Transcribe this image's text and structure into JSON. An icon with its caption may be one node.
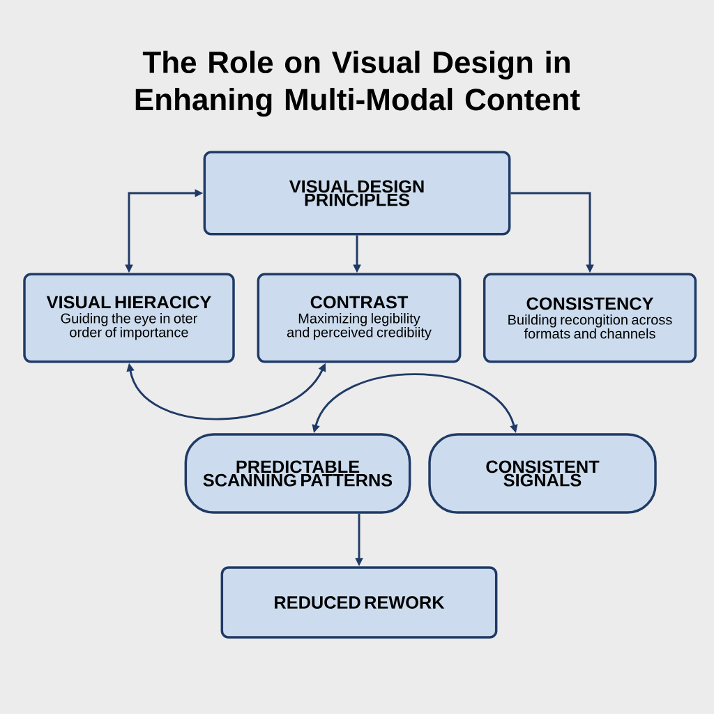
{
  "diagram": {
    "title": "The Role on Visual Design in Enhaning Multi-Modal Content",
    "nodes": [
      {
        "text": [
          "VISUAL DESIGN PRINCIPLES"
        ]
      },
      {
        "text": [
          "VISUAL HIERACICY",
          "Guiding the eye in oter order of importance"
        ]
      },
      {
        "text": [
          "CONTRAST",
          "Maximizing legibility and perceived credibiity"
        ]
      },
      {
        "text": [
          "CONSISTENCY",
          "Building recongition across formats and channels"
        ]
      },
      {
        "text": [
          "PREDICTABLE SCANNING PATTERNS"
        ]
      },
      {
        "text": [
          "CONSISTENT SIGNALS"
        ]
      },
      {
        "text": [
          "REDUCED REWORK"
        ]
      }
    ],
    "edges": [
      {
        "from": 0,
        "to": 1,
        "arrow": "both"
      },
      {
        "from": 0,
        "to": 2,
        "arrow": "to"
      },
      {
        "from": 0,
        "to": 3,
        "arrow": "to"
      },
      {
        "from": 1,
        "to": 2,
        "arrow": "both"
      },
      {
        "from": 4,
        "to": 5,
        "arrow": "both"
      },
      {
        "from": 4,
        "to": 6,
        "arrow": "to"
      }
    ]
  }
}
